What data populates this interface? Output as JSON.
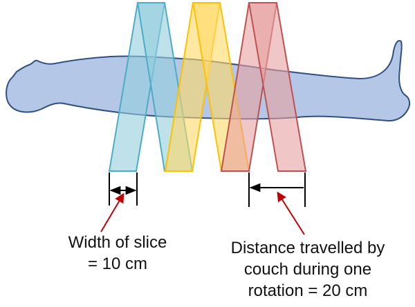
{
  "captions": {
    "slice_width": [
      "Width of slice",
      "= 10 cm"
    ],
    "couch_distance": [
      "Distance travelled by",
      "couch during one",
      "rotation = 20 cm"
    ]
  },
  "colors": {
    "body_fill": "#b4c7e7",
    "body_stroke": "#2f4f7f",
    "band_blue_fill": "#92cddc",
    "band_blue_stroke": "#4bacc6",
    "band_yellow_fill": "#ffd966",
    "band_yellow_stroke": "#ffc000",
    "band_red_fill": "#e6a0a0",
    "band_red_stroke": "#c0504d",
    "arrow": "#c00000",
    "dimension": "#000000"
  }
}
